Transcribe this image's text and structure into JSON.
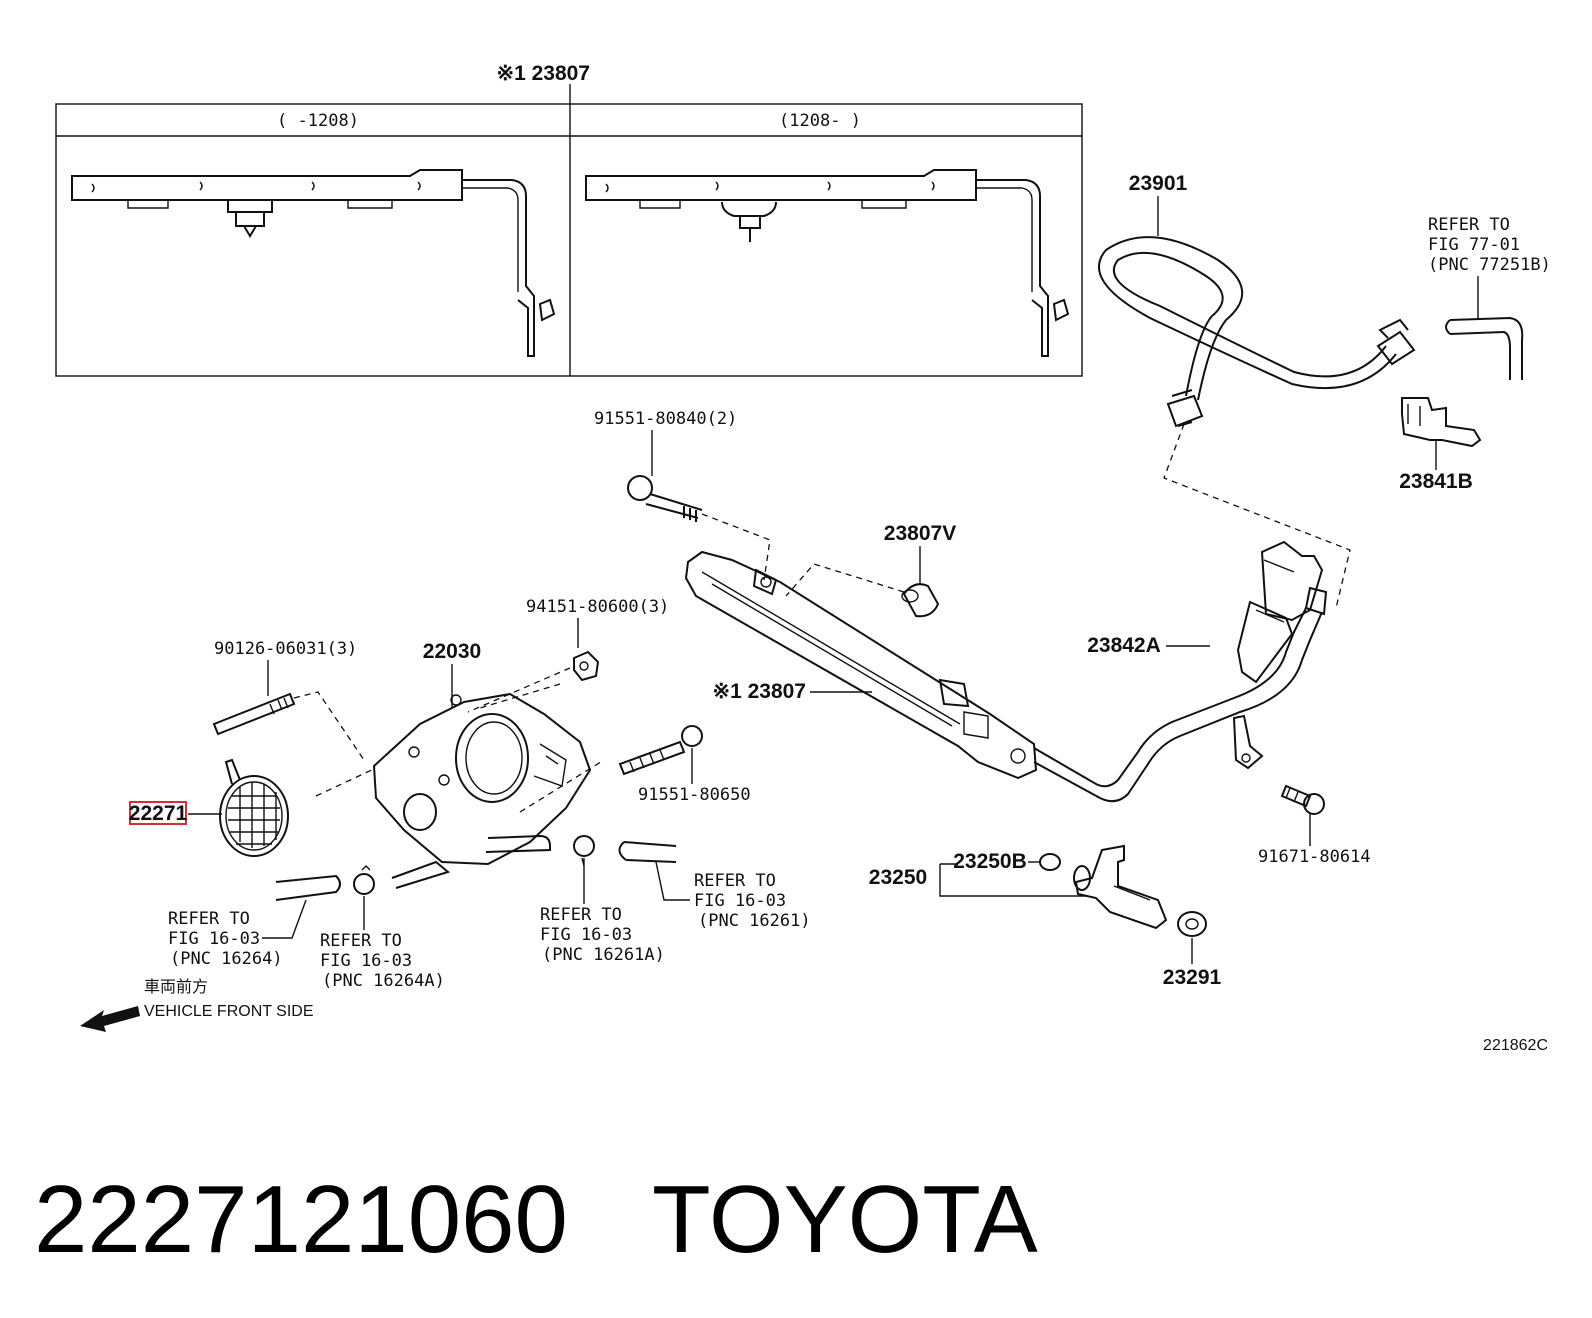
{
  "figure_code": "221862C",
  "highlight_color": "#d32f2f",
  "inset": {
    "callout": "※1 23807",
    "left_header": "(      -1208)",
    "right_header": "(1208-      )"
  },
  "callouts": {
    "hose_assembly": "23901",
    "refer_77": {
      "line1": "REFER TO",
      "line2": "FIG 77-01",
      "line3": "(PNC 77251B)"
    },
    "clip_23841b": "23841B",
    "bolt_91551_80840": "91551-80840(2)",
    "insulator_23807v": "23807V",
    "bracket_23842a": "23842A",
    "rail_23807": "※1 23807",
    "nut_94151": "94151-80600(3)",
    "stud_90126": "90126-06031(3)",
    "throttle_body": "22030",
    "gasket_22271": "22271",
    "bolt_91551_80650": "91551-80650",
    "bolt_91671": "91671-80614",
    "injector_23250": "23250",
    "oring_23250b": "23250B",
    "insulator_23291": "23291",
    "refer_16264": {
      "line1": "REFER TO",
      "line2": "FIG 16-03",
      "line3": "(PNC 16264)"
    },
    "refer_16264a": {
      "line1": "REFER TO",
      "line2": "FIG 16-03",
      "line3": "(PNC 16264A)"
    },
    "refer_16261a": {
      "line1": "REFER TO",
      "line2": "FIG 16-03",
      "line3": "(PNC 16261A)"
    },
    "refer_16261": {
      "line1": "REFER TO",
      "line2": "FIG 16-03",
      "line3": "(PNC 16261)"
    }
  },
  "direction": {
    "japanese": "車両前方",
    "english": "VEHICLE FRONT SIDE"
  },
  "caption": {
    "part_number": "2227121060",
    "brand": "TOYOTA"
  }
}
